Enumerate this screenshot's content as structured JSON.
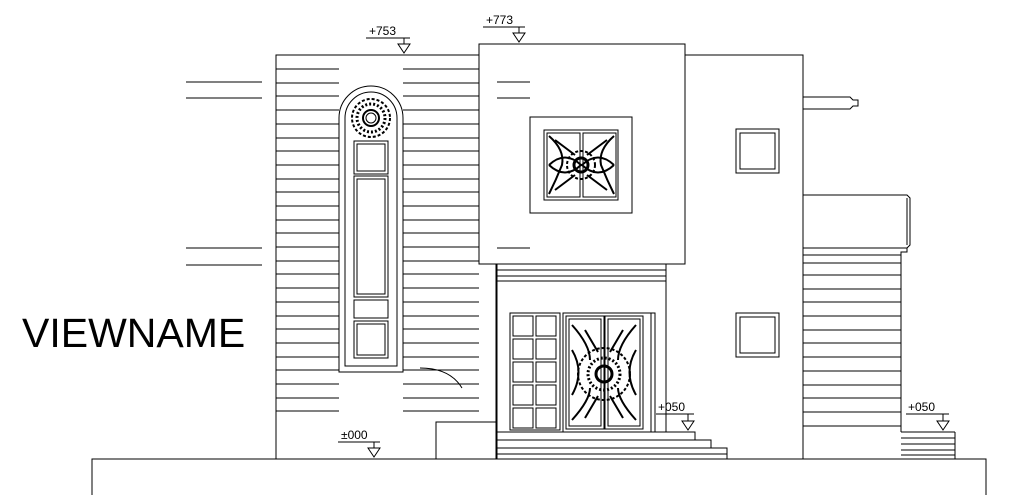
{
  "view": {
    "name": "VIEWNAME"
  },
  "levels": {
    "roof_left": "+753",
    "roof_center": "+773",
    "ground": "±000",
    "entrance": "+050",
    "right_terrace": "+050"
  },
  "colors": {
    "line": "#000000",
    "background": "#ffffff"
  },
  "icons": [
    "level-marker-icon",
    "ornament-icon"
  ]
}
